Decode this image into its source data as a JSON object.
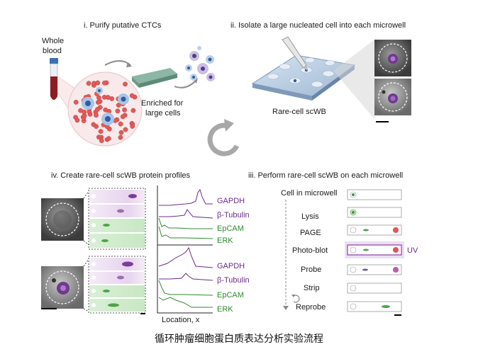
{
  "panels": {
    "p1_title": "i. Purify putative CTCs",
    "p2_title": "ii. Isolate a large nucleated cell into each microwell",
    "p3_title": "iii. Perform rare-cell scWB on each microwell",
    "p4_title": "iv. Create rare-cell scWB protein profiles"
  },
  "panel1": {
    "whole_blood_line1": "Whole",
    "whole_blood_line2": "blood",
    "enriched_line1": "Enriched for",
    "enriched_line2": "large cells"
  },
  "panel2": {
    "device_label": "Rare-cell scWB"
  },
  "panel3": {
    "steps": [
      "Cell in microwell",
      "Lysis",
      "PAGE",
      "Photo-blot",
      "Probe",
      "Strip",
      "Reprobe"
    ],
    "uv_label": "UV"
  },
  "panel4": {
    "proteins": [
      "GAPDH",
      "β-Tubulin",
      "EpCAM",
      "ERK"
    ],
    "x_axis_label": "Location, x"
  },
  "caption": "循环肿瘤细胞蛋白质表达分析实验流程",
  "colors": {
    "purple": "#6b2c86",
    "green": "#2f8a2f",
    "blood_red": "#c8323c",
    "uv_purple": "#8a3fa0"
  }
}
